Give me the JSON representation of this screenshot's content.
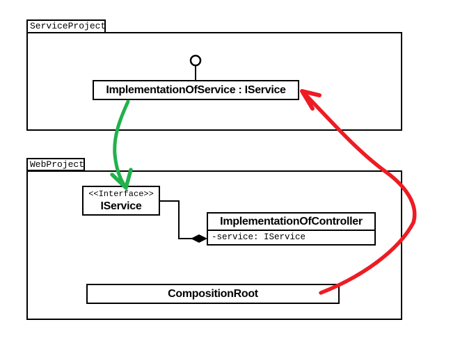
{
  "service_package": {
    "label": "ServiceProject"
  },
  "web_package": {
    "label": "WebProject"
  },
  "service_class": {
    "label": "ImplementationOfService : IService"
  },
  "interface_class": {
    "stereotype": "<<Interface>>",
    "name": "IService"
  },
  "controller_class": {
    "name": "ImplementationOfController",
    "attribute": "-service: IService"
  },
  "composition_root": {
    "label": "CompositionRoot"
  },
  "colors": {
    "green_arrow": "#22b14c",
    "red_arrow": "#ed1c24",
    "line": "#000000",
    "background": "#ffffff"
  }
}
